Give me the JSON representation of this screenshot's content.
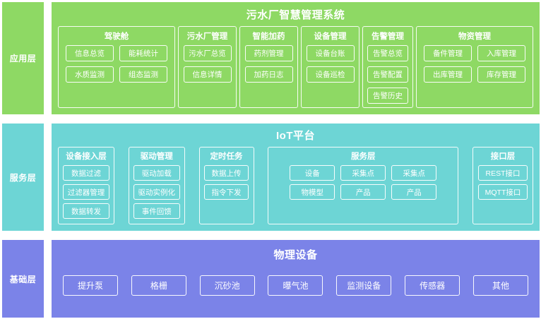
{
  "layers": [
    {
      "id": "app",
      "sidebar_label": "应用层",
      "title": "污水厂智慧管理系统",
      "color": "#8ed964",
      "groups": [
        {
          "title": "驾驶舱",
          "items": [
            "信息总览",
            "能耗统计",
            "水质监测",
            "组态监测"
          ]
        },
        {
          "title": "污水厂管理",
          "items": [
            "污水厂总览",
            "信息详情"
          ]
        },
        {
          "title": "智能加药",
          "items": [
            "药剂管理",
            "加药日志"
          ]
        },
        {
          "title": "设备管理",
          "items": [
            "设备台账",
            "设备巡检"
          ]
        },
        {
          "title": "告警管理",
          "items": [
            "告警总览",
            "告警配置",
            "告警历史"
          ]
        },
        {
          "title": "物资管理",
          "items": [
            "备件管理",
            "入库管理",
            "出库管理",
            "库存管理"
          ]
        }
      ]
    },
    {
      "id": "iot",
      "sidebar_label": "服务层",
      "title": "IoT平台",
      "color": "#6dd5d5",
      "groups": [
        {
          "title": "设备接入层",
          "items": [
            "数据过滤",
            "过滤器管理",
            "数据转发"
          ]
        },
        {
          "title": "驱动管理",
          "items": [
            "驱动加载",
            "驱动实例化",
            "事件回馈"
          ]
        },
        {
          "title": "定时任务",
          "items": [
            "数据上传",
            "指令下发"
          ]
        },
        {
          "title": "服务层",
          "items": [
            "设备",
            "采集点",
            "采集点",
            "物模型",
            "产品",
            "产品"
          ]
        },
        {
          "title": "接口层",
          "items": [
            "REST接口",
            "MQTT接口"
          ]
        }
      ]
    },
    {
      "id": "base",
      "sidebar_label": "基础层",
      "title": "物理设备",
      "color": "#7b83e8",
      "items": [
        "提升泵",
        "格栅",
        "沉砂池",
        "曝气池",
        "监测设备",
        "传感器",
        "其他"
      ]
    }
  ]
}
